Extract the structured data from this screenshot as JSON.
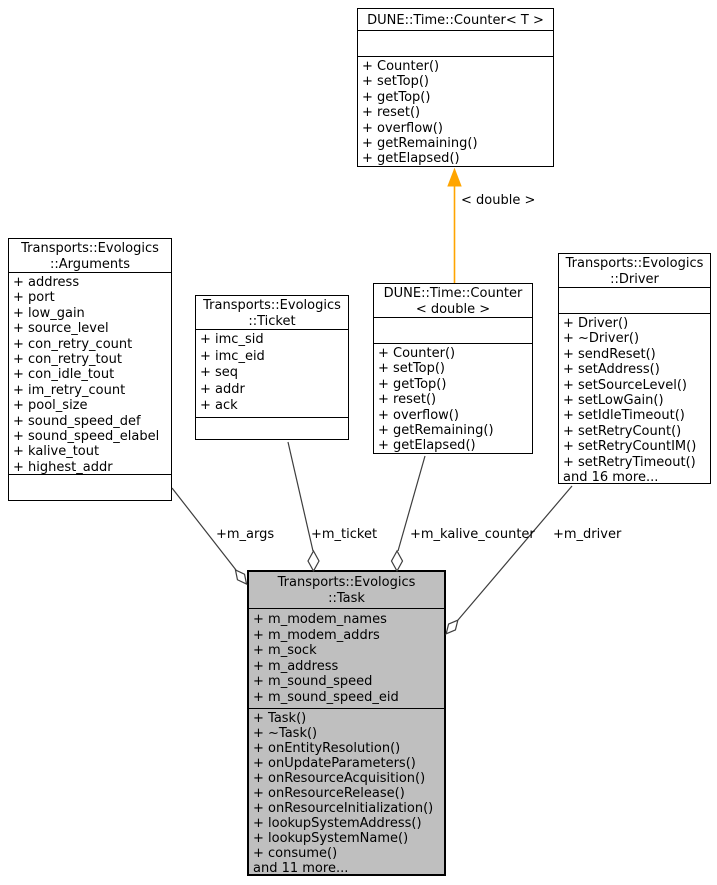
{
  "classes": {
    "counter_t": {
      "title": "DUNE::Time::Counter< T >",
      "attributes": [],
      "methods": [
        "+ Counter()",
        "+ setTop()",
        "+ getTop()",
        "+ reset()",
        "+ overflow()",
        "+ getRemaining()",
        "+ getElapsed()"
      ]
    },
    "arguments": {
      "title1": "Transports::Evologics",
      "title2": "::Arguments",
      "attributes": [
        "+ address",
        "+ port",
        "+ low_gain",
        "+ source_level",
        "+ con_retry_count",
        "+ con_retry_tout",
        "+ con_idle_tout",
        "+ im_retry_count",
        "+ pool_size",
        "+ sound_speed_def",
        "+ sound_speed_elabel",
        "+ kalive_tout",
        "+ highest_addr"
      ],
      "methods": []
    },
    "ticket": {
      "title1": "Transports::Evologics",
      "title2": "::Ticket",
      "attributes": [
        "+ imc_sid",
        "+ imc_eid",
        "+ seq",
        "+ addr",
        "+ ack"
      ],
      "methods": []
    },
    "counter_double": {
      "title1": "DUNE::Time::Counter",
      "title2": "< double >",
      "attributes": [],
      "methods": [
        "+ Counter()",
        "+ setTop()",
        "+ getTop()",
        "+ reset()",
        "+ overflow()",
        "+ getRemaining()",
        "+ getElapsed()"
      ]
    },
    "driver": {
      "title1": "Transports::Evologics",
      "title2": "::Driver",
      "attributes": [],
      "methods": [
        "+ Driver()",
        "+ ~Driver()",
        "+ sendReset()",
        "+ setAddress()",
        "+ setSourceLevel()",
        "+ setLowGain()",
        "+ setIdleTimeout()",
        "+ setRetryCount()",
        "+ setRetryCountIM()",
        "+ setRetryTimeout()",
        "and 16 more..."
      ]
    },
    "task": {
      "title1": "Transports::Evologics",
      "title2": "::Task",
      "attributes": [
        "+ m_modem_names",
        "+ m_modem_addrs",
        "+ m_sock",
        "+ m_address",
        "+ m_sound_speed",
        "+ m_sound_speed_eid"
      ],
      "methods": [
        "+ Task()",
        "+ ~Task()",
        "+ onEntityResolution()",
        "+ onUpdateParameters()",
        "+ onResourceAcquisition()",
        "+ onResourceRelease()",
        "+ onResourceInitialization()",
        "+ lookupSystemAddress()",
        "+ lookupSystemName()",
        "+ consume()",
        "and 11 more..."
      ]
    }
  },
  "edge_labels": {
    "template_arg": "< double >",
    "m_args": "+m_args",
    "m_ticket": "+m_ticket",
    "m_kalive_counter": "+m_kalive_counter",
    "m_driver": "+m_driver"
  },
  "colors": {
    "task_fill": "#BFBFBF",
    "template_arrow": "#FFA500",
    "edge": "#3d3d3d",
    "border": "#000000",
    "box_fill": "#FFFFFF"
  }
}
